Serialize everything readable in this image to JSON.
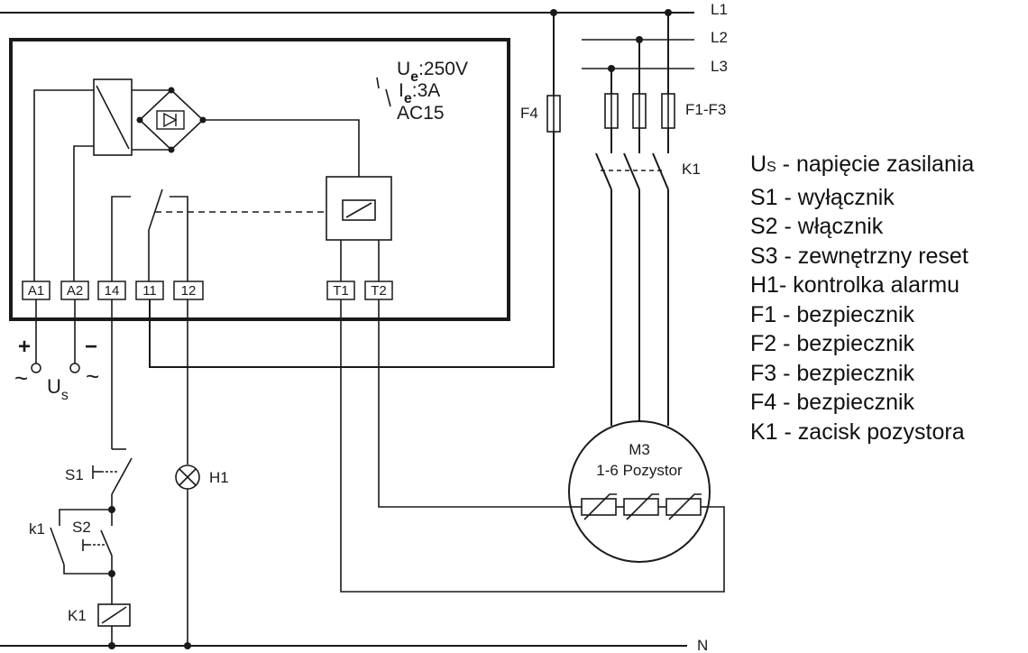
{
  "lines": {
    "l1": "L1",
    "l2": "L2",
    "l3": "L3",
    "n": "N"
  },
  "relay": {
    "rating": {
      "ue": "U",
      "ue_sub": "e",
      "ue_val": ":250V",
      "ie": "I",
      "ie_sub": "e",
      "ie_val": ":3A",
      "ac": "AC15"
    },
    "terminals": [
      "A1",
      "A2",
      "14",
      "11",
      "12",
      "T1",
      "T2"
    ]
  },
  "supply": {
    "plus": "+",
    "minus": "−",
    "ac_left": "~",
    "ac_right": "~",
    "us": "U",
    "us_sub": "s"
  },
  "components": {
    "f4": "F4",
    "f1_f3": "F1-F3",
    "k1_contacts": "K1",
    "s1": "S1",
    "s2": "S2",
    "k1_hold": "k1",
    "k1_coil": "K1",
    "h1": "H1",
    "motor_name": "M3",
    "motor_sub": "1-6 Pozystor"
  },
  "legend": [
    {
      "sym": "U",
      "sym_sub": "S",
      "desc": " - napięcie zasilania"
    },
    {
      "sym": "S1",
      "desc": " - wyłącznik"
    },
    {
      "sym": "S2",
      "desc": " - włącznik"
    },
    {
      "sym": "S3",
      "desc": " - zewnętrzny reset"
    },
    {
      "sym": "H1-",
      "desc": " kontrolka alarmu"
    },
    {
      "sym": "F1",
      "desc": " - bezpiecznik"
    },
    {
      "sym": "F2",
      "desc": " - bezpiecznik"
    },
    {
      "sym": "F3",
      "desc": " - bezpiecznik"
    },
    {
      "sym": "F4",
      "desc": " - bezpiecznik"
    },
    {
      "sym": "K1",
      "desc": " - zacisk pozystora"
    }
  ]
}
